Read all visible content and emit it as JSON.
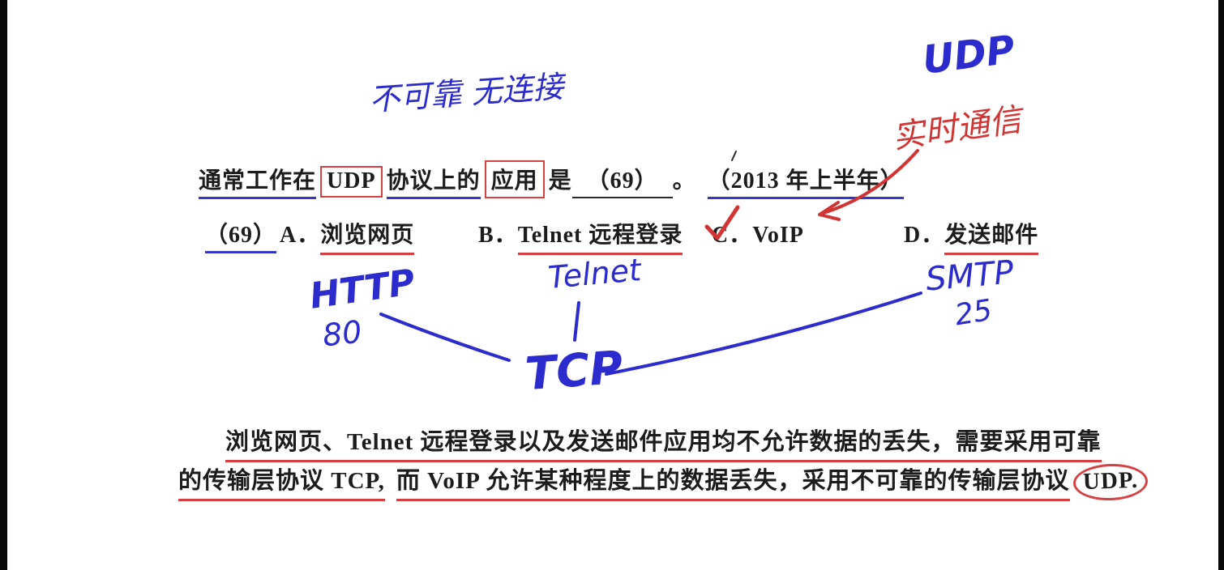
{
  "handwritten": {
    "top_note": "不可靠  无连接",
    "udp_title": "UDP",
    "udp_note": "实时通信",
    "http_label": "HTTP",
    "http_port": "80",
    "telnet_label": "Telnet",
    "smtp_label": "SMTP",
    "smtp_port": "25",
    "tcp_label": "TCP"
  },
  "question": {
    "seg_prefix": "通常工作在",
    "seg_udp": "UDP",
    "seg_mid": "协议上的",
    "seg_app": "应用",
    "seg_shi": "是",
    "seg_blank": "（69）",
    "seg_period": "。",
    "seg_year": "（2013 年上半年）"
  },
  "options": {
    "number": "（69）",
    "a_label": "A．",
    "a_text": "浏览网页",
    "b_label": "B．",
    "b_text": "Telnet 远程登录",
    "c_label": "C．",
    "c_text": "VoIP",
    "d_label": "D．",
    "d_text": "发送邮件"
  },
  "explanation": {
    "l1s1": "浏览网页、",
    "l1s2": "Telnet 远程登录以及发送邮件应用均不允许数据的丢失，",
    "l1s3": "需要采用可靠",
    "l2s1": "的传输层协议 TCP,",
    "l2s2": "而 VoIP 允许某种程度上的数据丢失，",
    "l2s3": "采用不可靠的传输层协议",
    "l2s4": "UDP."
  },
  "colors": {
    "ink_blue": "#2b2bce",
    "ink_red": "#d23434",
    "print_black": "#1c1c1c"
  }
}
